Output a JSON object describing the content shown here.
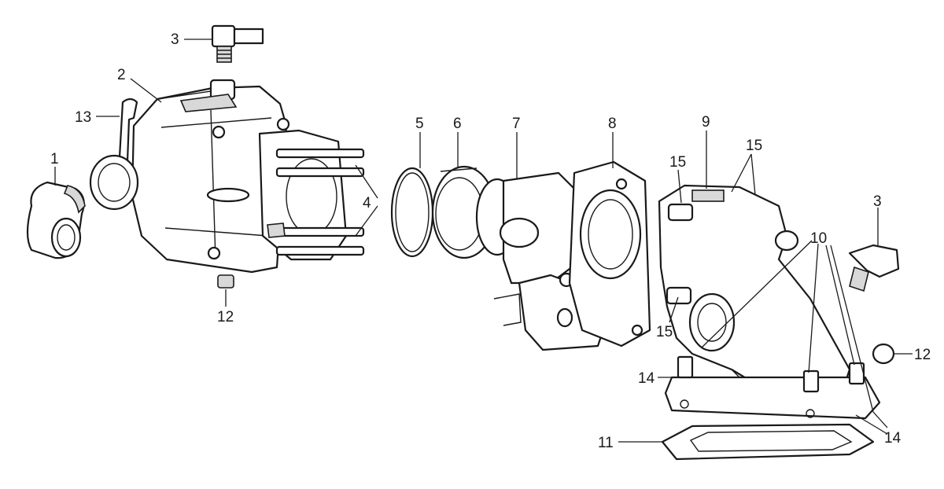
{
  "figure": {
    "background": "#ffffff",
    "line_color": "#1a1a1a"
  },
  "callouts": {
    "c1": "1",
    "c2": "2",
    "c3_top": "3",
    "c3_right": "3",
    "c4": "4",
    "c5": "5",
    "c6": "6",
    "c7": "7",
    "c8": "8",
    "c9": "9",
    "c10": "10",
    "c11": "11",
    "c12_bottom": "12",
    "c12_right": "12",
    "c13": "13",
    "c14_left": "14",
    "c14_right": "14",
    "c15_top": "15",
    "c15_topright": "15",
    "c15_bottom": "15"
  }
}
